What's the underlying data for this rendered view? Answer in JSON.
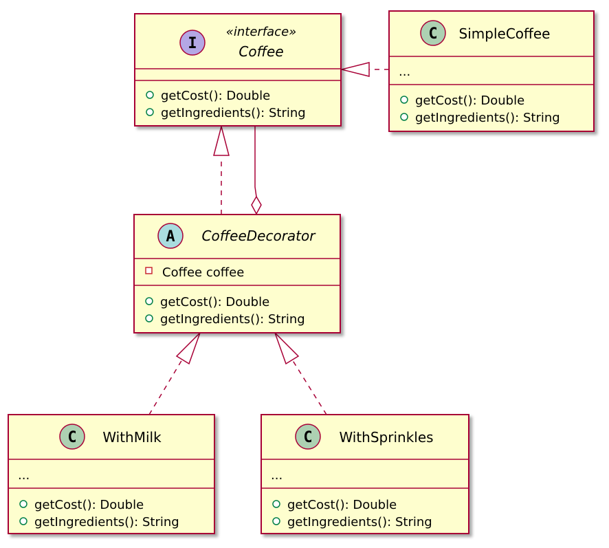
{
  "colors": {
    "box_fill": "#FEFECE",
    "border": "#A80036",
    "interface_badge": "#B4A7E5",
    "class_badge": "#ADD1B2",
    "abstract_badge": "#A9DCDF",
    "public_icon": "#038048",
    "private_icon": "#C82930"
  },
  "classes": {
    "coffee": {
      "kind": "interface",
      "badge": "I",
      "stereotype": "«interface»",
      "name": "Coffee",
      "fields": [],
      "methods": [
        {
          "visibility": "public",
          "text": "getCost(): Double"
        },
        {
          "visibility": "public",
          "text": "getIngredients(): String"
        }
      ]
    },
    "simple_coffee": {
      "kind": "class",
      "badge": "C",
      "name": "SimpleCoffee",
      "fields": [
        {
          "text": "..."
        }
      ],
      "methods": [
        {
          "visibility": "public",
          "text": "getCost(): Double"
        },
        {
          "visibility": "public",
          "text": "getIngredients(): String"
        }
      ]
    },
    "coffee_decorator": {
      "kind": "abstract",
      "badge": "A",
      "name": "CoffeeDecorator",
      "fields": [
        {
          "visibility": "private",
          "text": "Coffee coffee"
        }
      ],
      "methods": [
        {
          "visibility": "public",
          "text": "getCost(): Double"
        },
        {
          "visibility": "public",
          "text": "getIngredients(): String"
        }
      ]
    },
    "with_milk": {
      "kind": "class",
      "badge": "C",
      "name": "WithMilk",
      "fields": [
        {
          "text": "..."
        }
      ],
      "methods": [
        {
          "visibility": "public",
          "text": "getCost(): Double"
        },
        {
          "visibility": "public",
          "text": "getIngredients(): String"
        }
      ]
    },
    "with_sprinkles": {
      "kind": "class",
      "badge": "C",
      "name": "WithSprinkles",
      "fields": [
        {
          "text": "..."
        }
      ],
      "methods": [
        {
          "visibility": "public",
          "text": "getCost(): Double"
        },
        {
          "visibility": "public",
          "text": "getIngredients(): String"
        }
      ]
    }
  },
  "relations": [
    {
      "from": "simple_coffee",
      "to": "coffee",
      "type": "realization"
    },
    {
      "from": "coffee_decorator",
      "to": "coffee",
      "type": "realization"
    },
    {
      "from": "coffee_decorator",
      "to": "coffee",
      "type": "aggregation"
    },
    {
      "from": "with_milk",
      "to": "coffee_decorator",
      "type": "realization"
    },
    {
      "from": "with_sprinkles",
      "to": "coffee_decorator",
      "type": "realization"
    }
  ]
}
